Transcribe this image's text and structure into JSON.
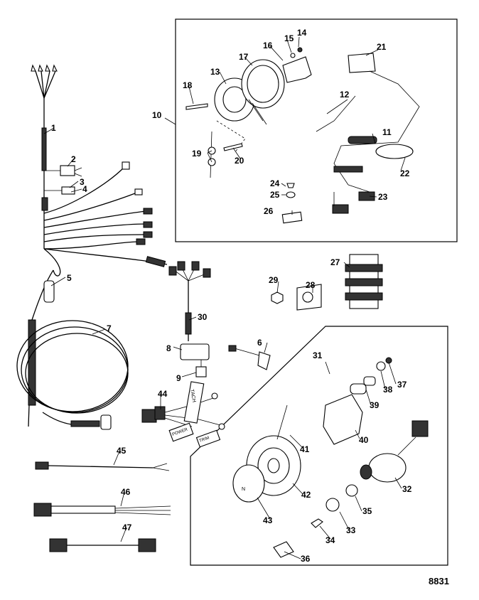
{
  "figure_number": "8831",
  "callouts": [
    "1",
    "2",
    "3",
    "4",
    "5",
    "6",
    "7",
    "8",
    "9",
    "10",
    "11",
    "12",
    "13",
    "14",
    "15",
    "16",
    "17",
    "18",
    "19",
    "20",
    "21",
    "22",
    "23",
    "24",
    "25",
    "26",
    "27",
    "28",
    "29",
    "30",
    "31",
    "32",
    "33",
    "34",
    "35",
    "36",
    "37",
    "38",
    "39",
    "40",
    "41",
    "42",
    "43",
    "44",
    "45",
    "46",
    "47"
  ],
  "tags": {
    "tach_label": "TACH",
    "trim_label": "TRIM",
    "power_label": "POWER",
    "neutral_label": "N"
  }
}
